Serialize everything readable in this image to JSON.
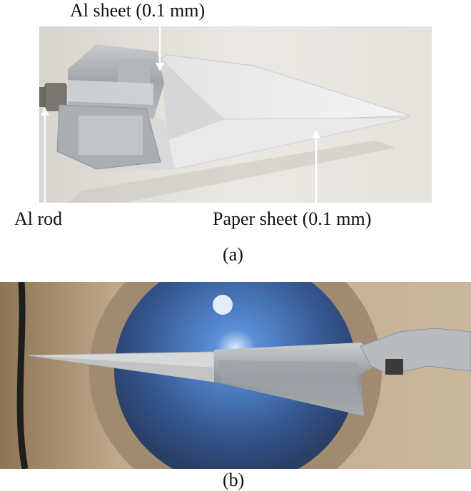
{
  "figure": {
    "panel_a": {
      "label_al_sheet": "Al sheet (0.1 mm)",
      "label_al_rod": "Al rod",
      "label_paper_sheet": "Paper sheet (0.1 mm)",
      "caption": "(a)"
    },
    "panel_b": {
      "caption": "(b)"
    }
  }
}
